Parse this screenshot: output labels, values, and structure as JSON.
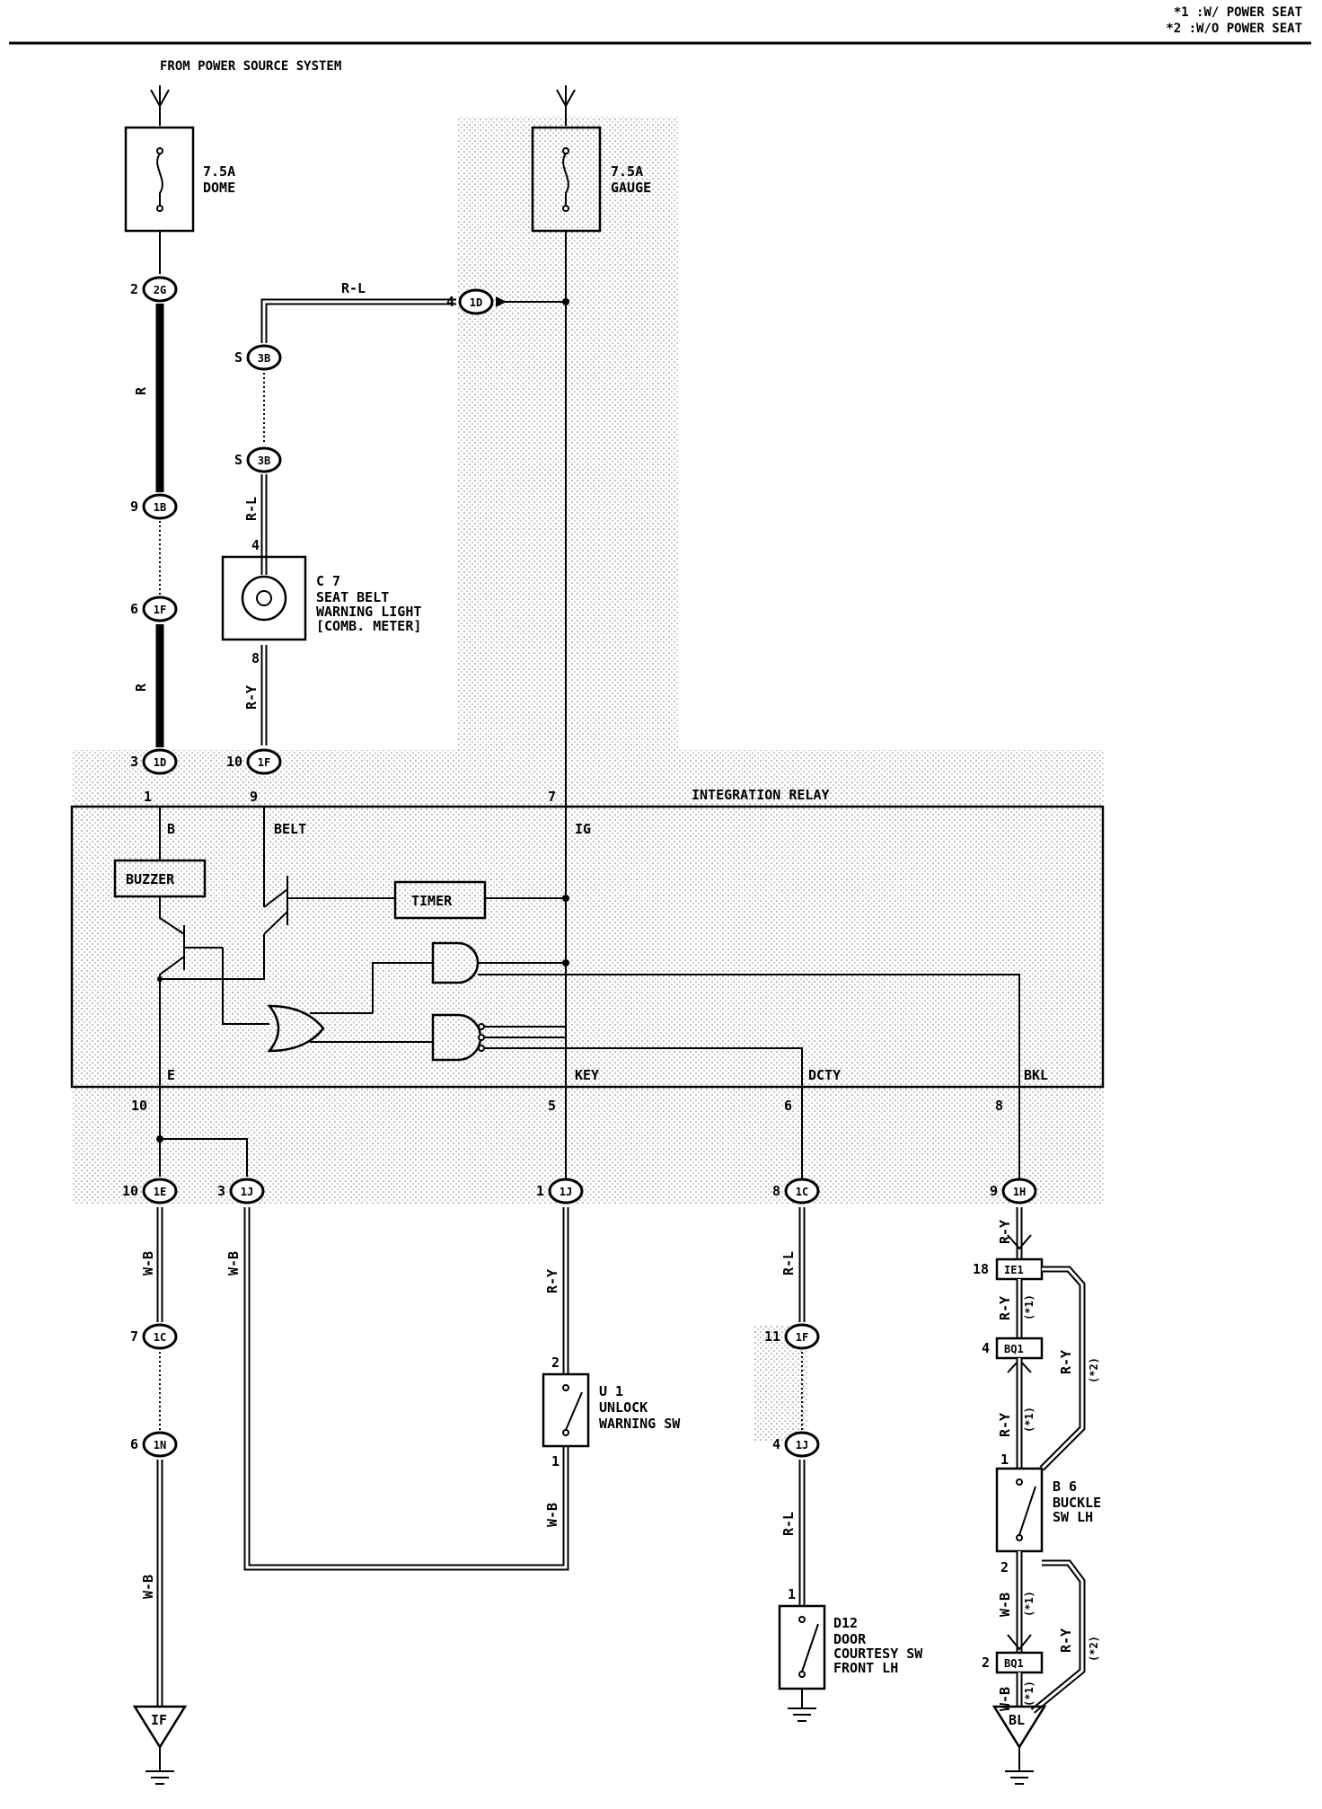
{
  "legend": {
    "note1": "*1 :W/ POWER SEAT",
    "note2": "*2 :W/O POWER SEAT"
  },
  "source": "FROM POWER SOURCE SYSTEM",
  "fuses": {
    "dome": {
      "amp": "7.5A",
      "name": "DOME"
    },
    "gauge": {
      "amp": "7.5A",
      "name": "GAUGE"
    }
  },
  "connectors": {
    "c_2G": {
      "pin": "2",
      "id": "2G"
    },
    "c_1D_top": {
      "pin": "4",
      "id": "1D"
    },
    "c_3B_a": {
      "pin": "S",
      "id": "3B"
    },
    "c_3B_b": {
      "pin": "S",
      "id": "3B"
    },
    "c_1B": {
      "pin": "9",
      "id": "1B"
    },
    "c_1F_a": {
      "pin": "6",
      "id": "1F"
    },
    "c_1D_b": {
      "pin": "3",
      "id": "1D"
    },
    "c_1F_b": {
      "pin": "10",
      "id": "1F"
    },
    "c_1E": {
      "pin": "10",
      "id": "1E"
    },
    "c_1J_a": {
      "pin": "3",
      "id": "1J"
    },
    "c_1J_b": {
      "pin": "1",
      "id": "1J"
    },
    "c_1C_a": {
      "pin": "8",
      "id": "1C"
    },
    "c_1H": {
      "pin": "9",
      "id": "1H"
    },
    "c_1C_b": {
      "pin": "7",
      "id": "1C"
    },
    "c_1N": {
      "pin": "6",
      "id": "1N"
    },
    "c_1F_c": {
      "pin": "11",
      "id": "1F"
    },
    "c_1J_c": {
      "pin": "4",
      "id": "1J"
    },
    "c_IE1": {
      "pin": "18",
      "id": "IE1"
    },
    "c_BQ1_a": {
      "pin": "4",
      "id": "BQ1"
    },
    "c_BQ1_b": {
      "pin": "2",
      "id": "BQ1"
    }
  },
  "wires": {
    "r_1": "R",
    "r_2": "R",
    "rl_top": "R-L",
    "rl_c7": "R-L",
    "ry_c7": "R-Y",
    "wb_1": "W-B",
    "wb_2": "W-B",
    "wb_3": "W-B",
    "wb_u1": "W-B",
    "ry_u1": "R-Y",
    "rl_d12a": "R-L",
    "rl_d12b": "R-L",
    "ry_b6a": "R-Y",
    "ry_b6b": "R-Y",
    "ry_b6c": "R-Y",
    "ry_b6d": "R-Y",
    "ry_b6e": "R-Y",
    "wb_b6": "W-B",
    "wb_b6b": "W-B"
  },
  "variants": {
    "v1": "(*1)",
    "v2": "(*2)",
    "v3": "(*1)",
    "v4": "(*1)",
    "v5": "(*2)",
    "v6": "(*1)"
  },
  "c7": {
    "id": "C 7",
    "line1": "SEAT BELT",
    "line2": "WARNING LIGHT",
    "line3": "[COMB. METER]",
    "pin_top": "4",
    "pin_bottom": "8"
  },
  "relay": {
    "title": "INTEGRATION RELAY",
    "pins": {
      "p1": "1",
      "p9": "9",
      "p7": "7",
      "p10": "10",
      "p5": "5",
      "p6": "6",
      "p8": "8"
    },
    "terminals": {
      "b": "B",
      "belt": "BELT",
      "ig": "IG",
      "e": "E",
      "key": "KEY",
      "dcty": "DCTY",
      "bkl": "BKL"
    },
    "buzzer": "BUZZER",
    "timer": "TIMER"
  },
  "u1": {
    "id": "U 1",
    "line1": "UNLOCK",
    "line2": "WARNING SW",
    "pin_top": "2",
    "pin_bottom": "1"
  },
  "d12": {
    "id": "D12",
    "line1": "DOOR",
    "line2": "COURTESY SW",
    "line3": "FRONT LH",
    "pin_top": "1"
  },
  "b6": {
    "id": "B 6",
    "line1": "BUCKLE",
    "line2": "SW LH",
    "pin_top": "1",
    "pin_bottom": "2"
  },
  "grounds": {
    "g1": "IF",
    "g2": "BL"
  }
}
